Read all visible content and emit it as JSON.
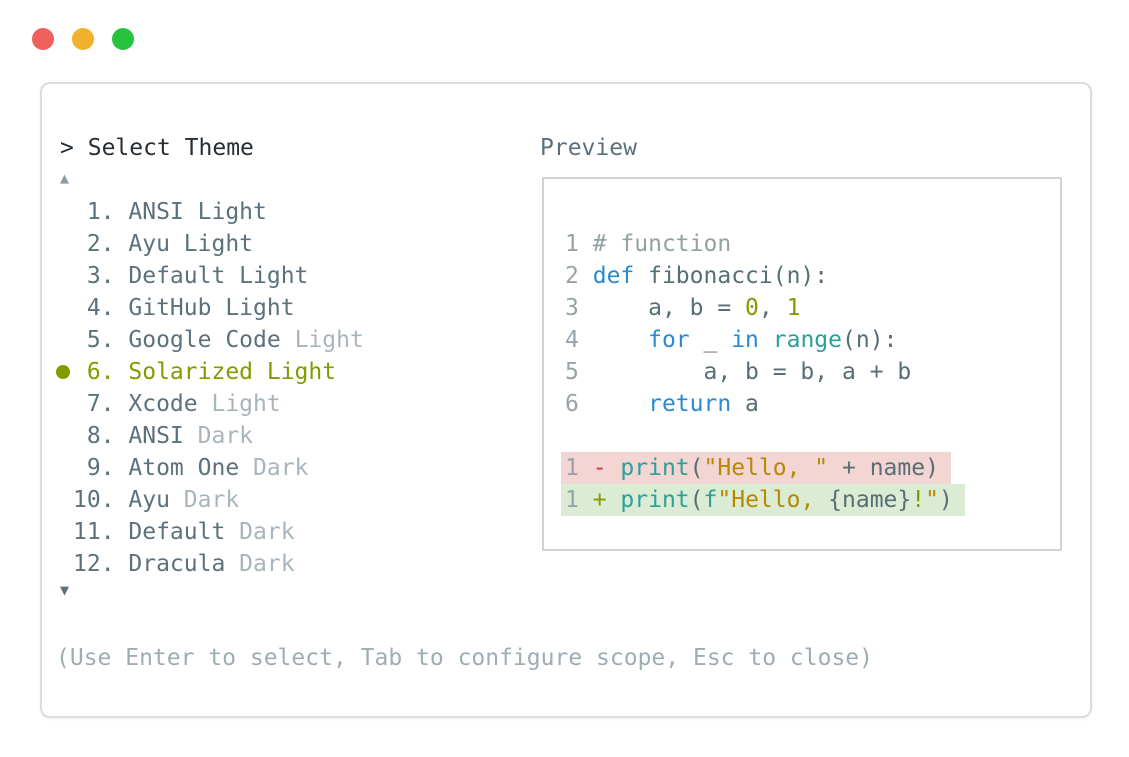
{
  "window": {
    "traffic_lights": [
      {
        "name": "close",
        "color_key": "traffic_red"
      },
      {
        "name": "minimize",
        "color_key": "traffic_yellow"
      },
      {
        "name": "zoom",
        "color_key": "traffic_green"
      }
    ]
  },
  "header": {
    "prompt_symbol": ">",
    "title": "Select Theme"
  },
  "preview": {
    "label": "Preview"
  },
  "theme_list": {
    "scroll_up_indicator": "▲",
    "scroll_down_indicator": "▼",
    "selected_number": "6.",
    "selected_name": "Solarized Light",
    "items": [
      {
        "num": "1.",
        "selected": false,
        "name": [
          {
            "t": "ANSI Light",
            "c": "item"
          }
        ]
      },
      {
        "num": "2.",
        "selected": false,
        "name": [
          {
            "t": "Ayu Light",
            "c": "item"
          }
        ]
      },
      {
        "num": "3.",
        "selected": false,
        "name": [
          {
            "t": "Default Light",
            "c": "item"
          }
        ]
      },
      {
        "num": "4.",
        "selected": false,
        "name": [
          {
            "t": "GitHub Light",
            "c": "item"
          }
        ]
      },
      {
        "num": "5.",
        "selected": false,
        "name": [
          {
            "t": "Google Code ",
            "c": "item"
          },
          {
            "t": "Light",
            "c": "muted"
          }
        ]
      },
      {
        "num": "6.",
        "selected": true,
        "name": [
          {
            "t": "Solarized Light",
            "c": "selected"
          }
        ]
      },
      {
        "num": "7.",
        "selected": false,
        "name": [
          {
            "t": "Xcode ",
            "c": "item"
          },
          {
            "t": "Light",
            "c": "muted"
          }
        ]
      },
      {
        "num": "8.",
        "selected": false,
        "name": [
          {
            "t": "ANSI ",
            "c": "item"
          },
          {
            "t": "Dark",
            "c": "muted"
          }
        ]
      },
      {
        "num": "9.",
        "selected": false,
        "name": [
          {
            "t": "Atom One ",
            "c": "item"
          },
          {
            "t": "Dark",
            "c": "muted"
          }
        ]
      },
      {
        "num": "10.",
        "selected": false,
        "name": [
          {
            "t": "Ayu ",
            "c": "item"
          },
          {
            "t": "Dark",
            "c": "muted"
          }
        ]
      },
      {
        "num": "11.",
        "selected": false,
        "name": [
          {
            "t": "Default ",
            "c": "item"
          },
          {
            "t": "Dark",
            "c": "muted"
          }
        ]
      },
      {
        "num": "12.",
        "selected": false,
        "name": [
          {
            "t": "Dracula ",
            "c": "item"
          },
          {
            "t": "Dark",
            "c": "muted"
          }
        ]
      }
    ]
  },
  "preview_code": {
    "lines": [
      {
        "num": "1",
        "diff": null,
        "segments": [
          {
            "t": "# function",
            "c": "comment"
          }
        ]
      },
      {
        "num": "2",
        "diff": null,
        "segments": [
          {
            "t": "def",
            "c": "blue"
          },
          {
            "t": " fibonacci(n):",
            "c": "body"
          }
        ]
      },
      {
        "num": "3",
        "diff": null,
        "segments": [
          {
            "t": "    a, b = ",
            "c": "body"
          },
          {
            "t": "0",
            "c": "green"
          },
          {
            "t": ", ",
            "c": "body"
          },
          {
            "t": "1",
            "c": "green"
          }
        ]
      },
      {
        "num": "4",
        "diff": null,
        "segments": [
          {
            "t": "    ",
            "c": "body"
          },
          {
            "t": "for",
            "c": "blue"
          },
          {
            "t": " _ ",
            "c": "body"
          },
          {
            "t": "in",
            "c": "blue"
          },
          {
            "t": " ",
            "c": "body"
          },
          {
            "t": "range",
            "c": "cyan"
          },
          {
            "t": "(n):",
            "c": "body"
          }
        ]
      },
      {
        "num": "5",
        "diff": null,
        "segments": [
          {
            "t": "        a, b = b, a + b",
            "c": "body"
          }
        ]
      },
      {
        "num": "6",
        "diff": null,
        "segments": [
          {
            "t": "    ",
            "c": "body"
          },
          {
            "t": "return",
            "c": "blue"
          },
          {
            "t": " a",
            "c": "body"
          }
        ]
      },
      {
        "num": "",
        "diff": null,
        "segments": []
      },
      {
        "num": "1",
        "diff": "removed",
        "segments": [
          {
            "t": "- ",
            "c": "red"
          },
          {
            "t": "print",
            "c": "cyan"
          },
          {
            "t": "(",
            "c": "body"
          },
          {
            "t": "\"Hello, \"",
            "c": "yellow"
          },
          {
            "t": " + name)",
            "c": "body"
          }
        ]
      },
      {
        "num": "1",
        "diff": "added",
        "segments": [
          {
            "t": "+ ",
            "c": "green"
          },
          {
            "t": "print",
            "c": "cyan"
          },
          {
            "t": "(",
            "c": "body"
          },
          {
            "t": "f",
            "c": "cyan"
          },
          {
            "t": "\"Hello, ",
            "c": "yellow"
          },
          {
            "t": "{name}",
            "c": "body"
          },
          {
            "t": "!",
            "c": "green"
          },
          {
            "t": "\"",
            "c": "yellow"
          },
          {
            "t": ")",
            "c": "body"
          }
        ]
      }
    ]
  },
  "footer": {
    "help_text": "(Use Enter to select, Tab to configure scope, Esc to close)"
  },
  "colors": {
    "traffic_red": "#f0605b",
    "traffic_yellow": "#f2b12d",
    "traffic_green": "#28c33e",
    "box_border": "#d8dde0",
    "preview_border": "#d2d2d2",
    "title": "#272e35",
    "label": "#5d6f7a",
    "item": "#5e717b",
    "muted": "#a9b5bb",
    "help": "#9fadb3",
    "scroll_up": "#8e9ba1",
    "scroll_down": "#5e7079",
    "line_number": "#98a3a9",
    "comment": "#93a1a1",
    "body": "#586e75",
    "blue": "#268bd2",
    "cyan": "#2aa198",
    "green": "#859900",
    "yellow": "#b58900",
    "red": "#dc322f",
    "diff_removed_bg": "#f3d6d3",
    "diff_added_bg": "#dcecd4"
  }
}
